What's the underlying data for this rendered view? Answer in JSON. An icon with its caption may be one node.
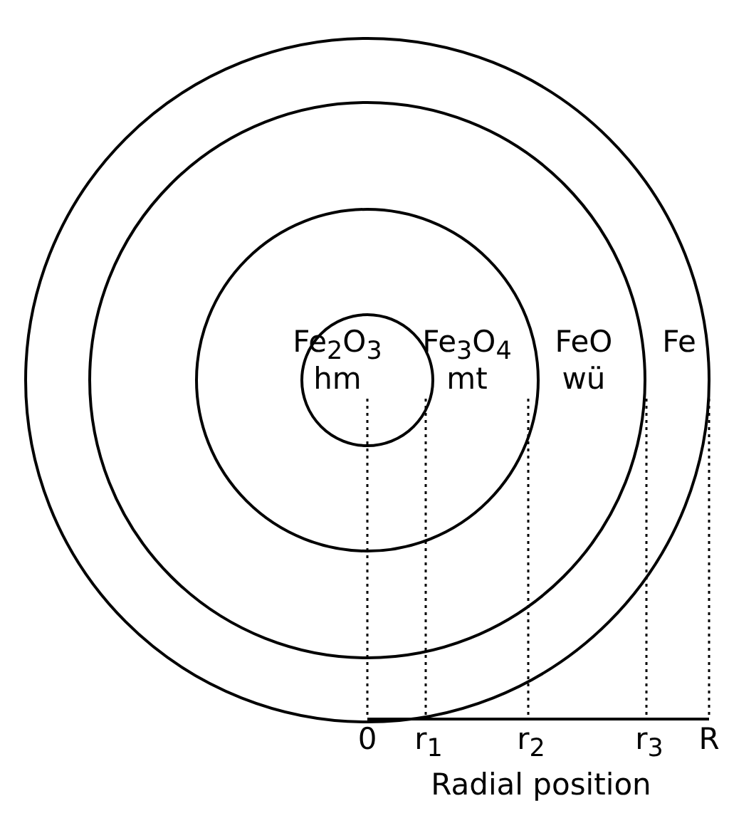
{
  "diagram": {
    "nodes": [
      {
        "text": [
          "Fe"
        ]
      },
      {
        "text": [
          "FeO",
          "wü"
        ],
        "in": 0
      },
      {
        "text": [
          "Fe$_{3}$O$_{4}$",
          "mt"
        ],
        "in": 1
      },
      {
        "text": [
          "Fe$_{2}$O$_{3}$",
          "hm"
        ],
        "in": 2
      }
    ],
    "edges": [],
    "labels": [
      "0",
      "r$_{1}$",
      "r$_{2}$",
      "r$_{3}$",
      "R",
      "Radial position"
    ]
  }
}
